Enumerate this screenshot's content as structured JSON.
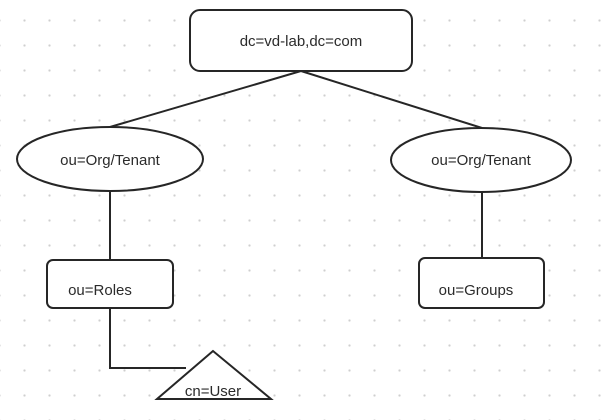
{
  "diagram": {
    "nodes": {
      "root": {
        "label": "dc=vd-lab,dc=com"
      },
      "org_left": {
        "label": "ou=Org/Tenant"
      },
      "org_right": {
        "label": "ou=Org/Tenant"
      },
      "roles": {
        "label": "ou=Roles"
      },
      "groups": {
        "label": "ou=Groups"
      },
      "user": {
        "label": "cn=User"
      }
    }
  }
}
